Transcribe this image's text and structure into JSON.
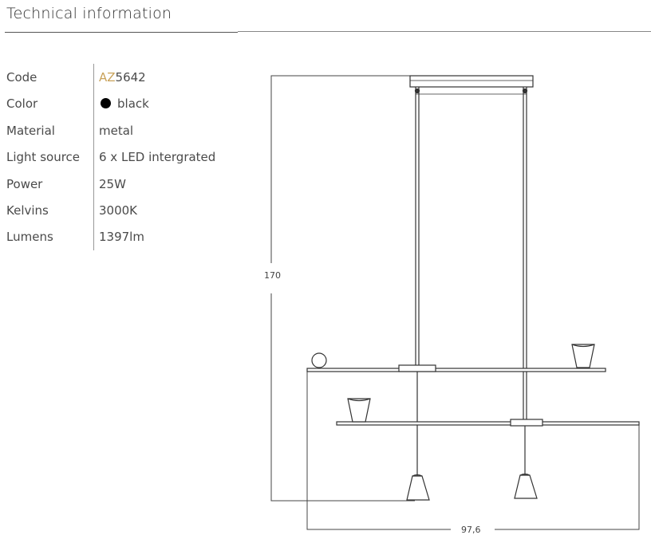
{
  "header": {
    "title": "Technical information"
  },
  "specs": [
    {
      "label": "Code",
      "prefix": "AZ",
      "value": "5642"
    },
    {
      "label": "Color",
      "value": "black",
      "swatch": "#000000"
    },
    {
      "label": "Material",
      "value": "metal"
    },
    {
      "label": "Light source",
      "value": "6 x LED intergrated"
    },
    {
      "label": "Power",
      "value": "25W"
    },
    {
      "label": "Kelvins",
      "value": "3000K"
    },
    {
      "label": "Lumens",
      "value": "1397lm"
    }
  ],
  "drawing": {
    "height_dim": "170",
    "width_dim": "97,6"
  },
  "colors": {
    "accent": "#c9a25a",
    "line": "#333333"
  }
}
